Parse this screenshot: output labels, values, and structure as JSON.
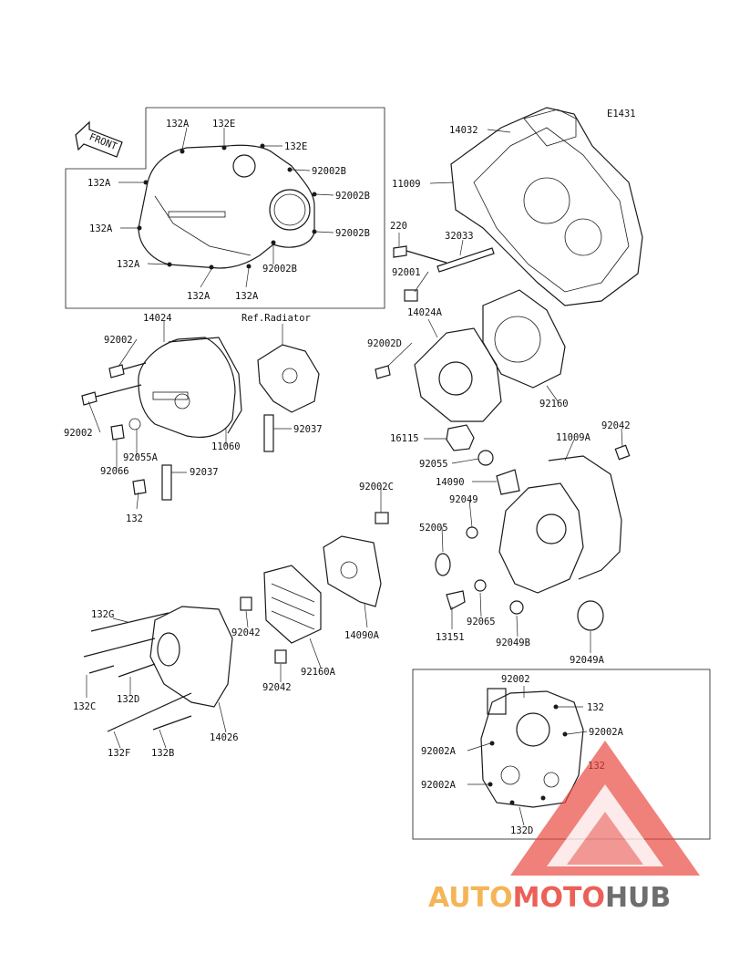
{
  "diagram_code": "E1431",
  "front_arrow_label": "FRONT",
  "ref_label": "Ref.Radiator",
  "watermark": {
    "text_a": "AUTO",
    "text_b": "MOTO",
    "text_c": "HUB",
    "color_a": "#f3a93a",
    "color_b": "#e8453c",
    "color_c": "#555555"
  },
  "labels": {
    "l_132A_1": "132A",
    "l_132E_1": "132E",
    "l_132E_2": "132E",
    "l_132A_2": "132A",
    "l_92002B_1": "92002B",
    "l_92002B_2": "92002B",
    "l_132A_3": "132A",
    "l_92002B_3": "92002B",
    "l_132A_4": "132A",
    "l_92002B_4": "92002B",
    "l_132A_5": "132A",
    "l_132A_6": "132A",
    "l_14032": "14032",
    "l_11009": "11009",
    "l_220": "220",
    "l_32033": "32033",
    "l_92001": "92001",
    "l_14024": "14024",
    "l_92002_1": "92002",
    "l_92002_2": "92002",
    "l_11060": "11060",
    "l_92055A": "92055A",
    "l_92066": "92066",
    "l_92037_1": "92037",
    "l_92037_2": "92037",
    "l_132_1": "132",
    "l_14024A": "14024A",
    "l_92002D": "92002D",
    "l_92160": "92160",
    "l_16115": "16115",
    "l_92055": "92055",
    "l_14090": "14090",
    "l_92049": "92049",
    "l_52005": "52005",
    "l_11009A": "11009A",
    "l_92042_1": "92042",
    "l_13151": "13151",
    "l_92065": "92065",
    "l_92049B": "92049B",
    "l_92049A": "92049A",
    "l_92002C": "92002C",
    "l_14090A": "14090A",
    "l_92160A": "92160A",
    "l_92042_2": "92042",
    "l_92042_3": "92042",
    "l_132G": "132G",
    "l_132C": "132C",
    "l_132D_1": "132D",
    "l_132F": "132F",
    "l_132B": "132B",
    "l_14026": "14026",
    "l_92002_3": "92002",
    "l_132_2": "132",
    "l_92002A_1": "92002A",
    "l_92002A_2": "92002A",
    "l_132_3": "132",
    "l_92002A_3": "92002A",
    "l_132D_2": "132D"
  }
}
